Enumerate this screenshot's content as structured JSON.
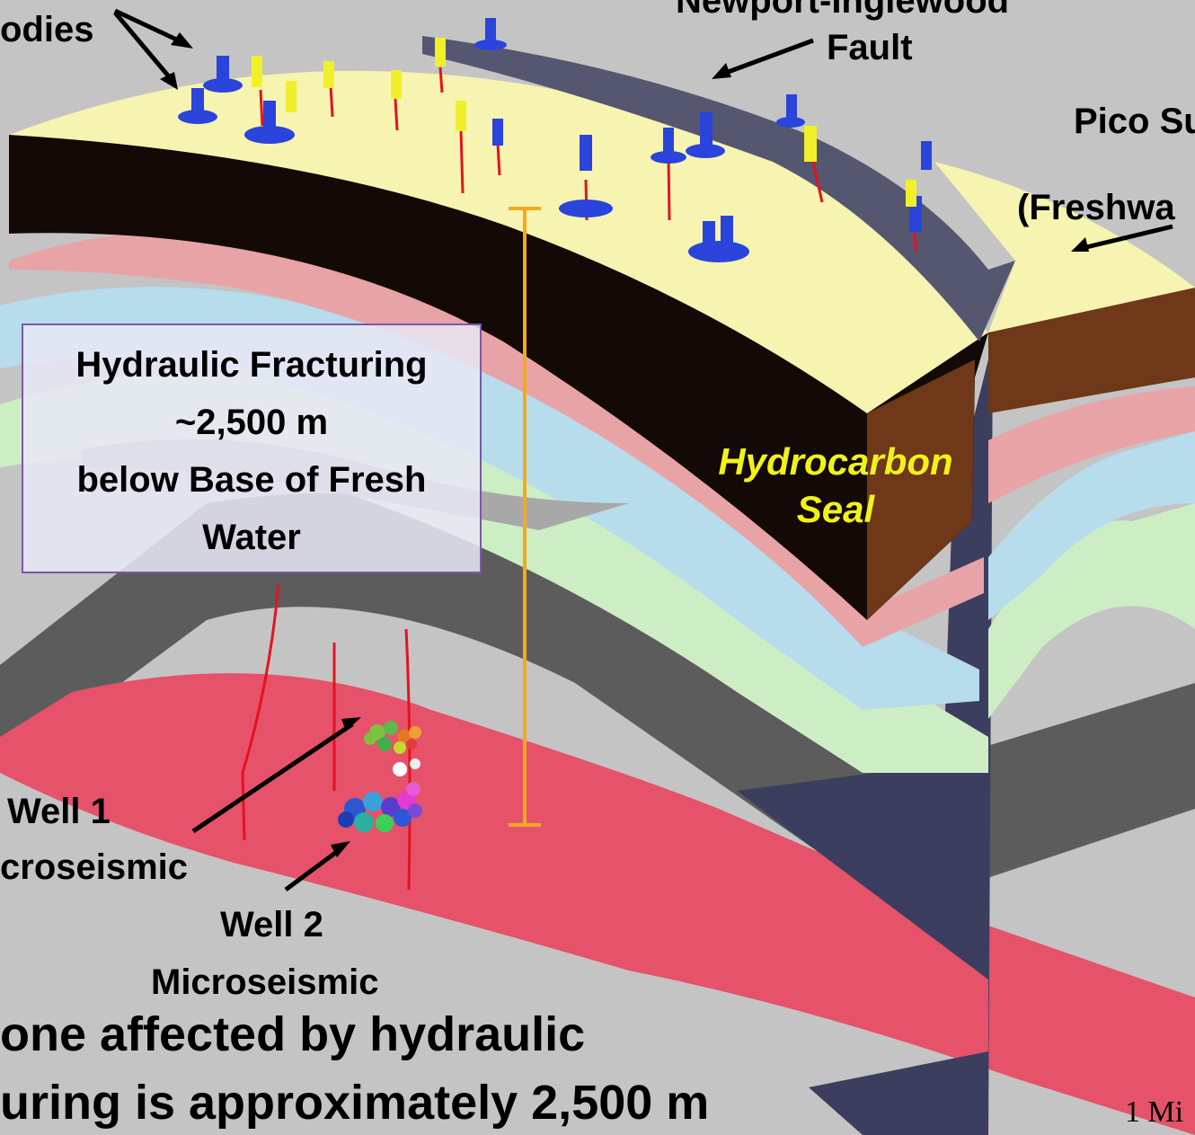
{
  "labels": {
    "bodies_fragment": "odies",
    "fault_line1": "Newport-Inglewood",
    "fault_line2": "Fault",
    "pico_line1": "Pico Su",
    "pico_line2": "(Freshwa",
    "well1_line1": "Well 1",
    "well1_line2": "croseismic",
    "well2_line1": "Well 2",
    "well2_line2": "Microseismic",
    "seal_line1": "Hydrocarbon",
    "seal_line2": "Seal",
    "bottom_line1": "one affected by hydraulic",
    "bottom_line2": "uring is approximately 2,500 m",
    "scale_fragment": "1 Mi"
  },
  "callout": {
    "line1": "Hydraulic Fracturing",
    "line2": "~2,500 m",
    "line3": "below Base of Fresh",
    "line4": "Water"
  },
  "colors": {
    "background": "#c4c4c4",
    "top_surface": "#f7f3b0",
    "seal_block": "#130906",
    "seal_side": "#6e3819",
    "pink_layer": "#e8a3a6",
    "blue_layer": "#b7dcec",
    "green_layer": "#cdeec4",
    "gray_layer": "#5a5a5a",
    "red_layer": "#e6526a",
    "fault_plane": "#3b3d5e",
    "measure_bar": "#f2aa1c",
    "seal_text": "#f2f218",
    "rig_blue": "#2a44dc",
    "rig_yellow": "#f0f02a",
    "well_trace": "#e3141e",
    "callout_border": "#7b59a8"
  }
}
